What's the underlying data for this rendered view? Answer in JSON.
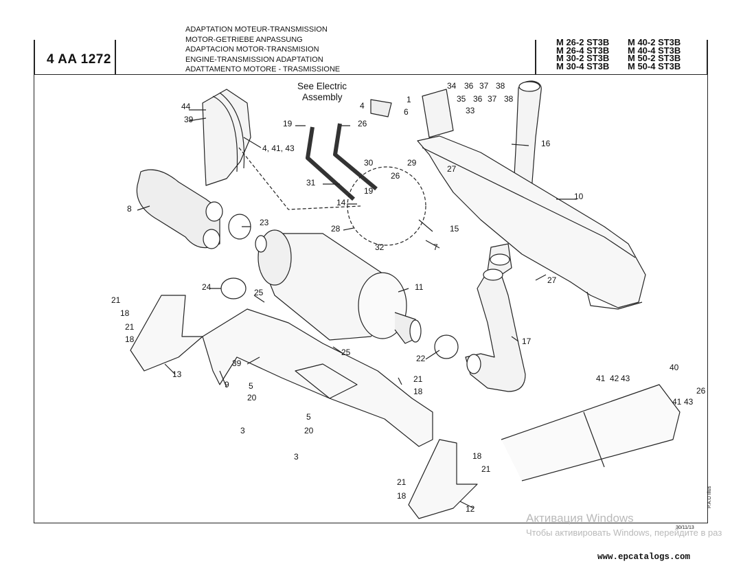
{
  "header": {
    "reference": "4 AA 1272",
    "titles": [
      "ADAPTATION MOTEUR-TRANSMISSION",
      "MOTOR-GETRIEBE ANPASSUNG",
      "ADAPTACION MOTOR-TRANSMISION",
      "ENGINE-TRANSMISSION ADAPTATION",
      "ADATTAMENTO MOTORE - TRASMISSIONE"
    ],
    "models": [
      "M 26-2 ST3B",
      "M 40-2 ST3B",
      "M 26-4 ST3B",
      "M 40-4 ST3B",
      "M 30-2 ST3B",
      "M 50-2 ST3B",
      "M 30-4 ST3B",
      "M 50-4 ST3B"
    ]
  },
  "diagram": {
    "see_electric": [
      "See Electric",
      "Assembly"
    ],
    "labels": {
      "l1": "1",
      "l4a": "4",
      "l6": "6",
      "l34": "34",
      "l36a": "36",
      "l37a": "37",
      "l38a": "38",
      "l35": "35",
      "l36b": "36",
      "l37b": "37",
      "l38b": "38",
      "l33": "33",
      "l44": "44",
      "l39a": "39",
      "l4b": "4, 41, 43",
      "l19a": "19",
      "l26a": "26",
      "l16": "16",
      "l30": "30",
      "l29": "29",
      "l27a": "27",
      "l31": "31",
      "l26b": "26",
      "l19b": "19",
      "l14": "14",
      "l10": "10",
      "l28": "28",
      "l15": "15",
      "l32": "32",
      "l7": "7",
      "l8": "8",
      "l23": "23",
      "l24": "24",
      "l11": "11",
      "l27b": "27",
      "l21a": "21",
      "l18a": "18",
      "l25a": "25",
      "l21b": "21",
      "l18b": "18",
      "l13": "13",
      "l9": "9",
      "l25b": "25",
      "l39b": "39",
      "l22": "22",
      "l17": "17",
      "l5a": "5",
      "l20a": "20",
      "l21c": "21",
      "l18c": "18",
      "l3a": "3",
      "l5b": "5",
      "l20b": "20",
      "l3b": "3",
      "l18d": "18",
      "l21d": "21",
      "l21e": "21",
      "l18e": "18",
      "l12": "12",
      "l41": "41",
      "l42": "42",
      "l43a": "43",
      "l40": "40",
      "l41b": "41",
      "l43b": "43",
      "l26c": "26"
    }
  },
  "footer": {
    "date": "30/11/13",
    "illus": "P.A.O Illus",
    "watermark_title": "Активация Windows",
    "watermark_sub": "Чтобы активировать Windows, перейдите в раз",
    "site": "www.epcatalogs.com"
  }
}
